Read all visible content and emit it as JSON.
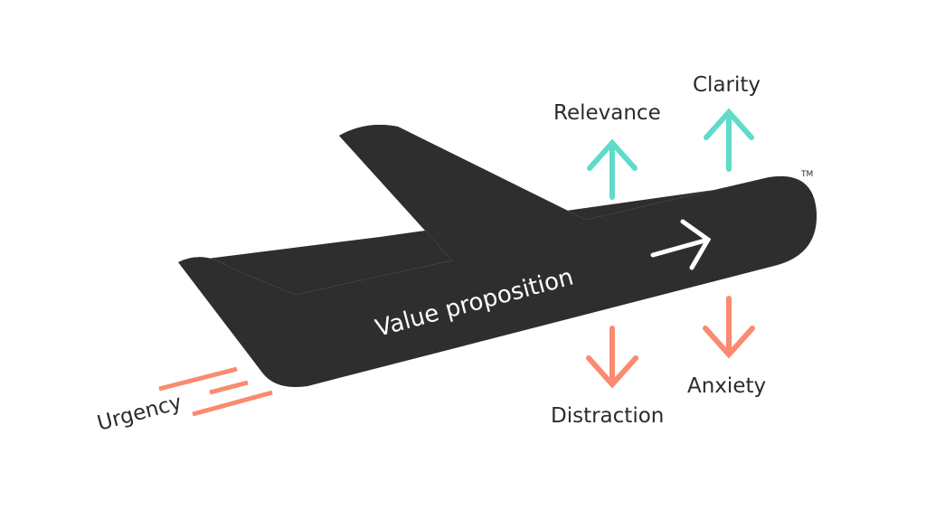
{
  "diagram": {
    "title": "Value proposition",
    "trademark": "TM",
    "colors": {
      "plane": "#2e2e2e",
      "positive": "#5fdcc8",
      "negative": "#fa8a70",
      "text": "#2b2b2b",
      "inner_text": "#ffffff"
    },
    "positive_forces": [
      {
        "label": "Relevance",
        "direction": "up"
      },
      {
        "label": "Clarity",
        "direction": "up"
      }
    ],
    "negative_forces": [
      {
        "label": "Distraction",
        "direction": "down"
      },
      {
        "label": "Anxiety",
        "direction": "down"
      }
    ],
    "propulsion": {
      "label": "Urgency"
    }
  }
}
